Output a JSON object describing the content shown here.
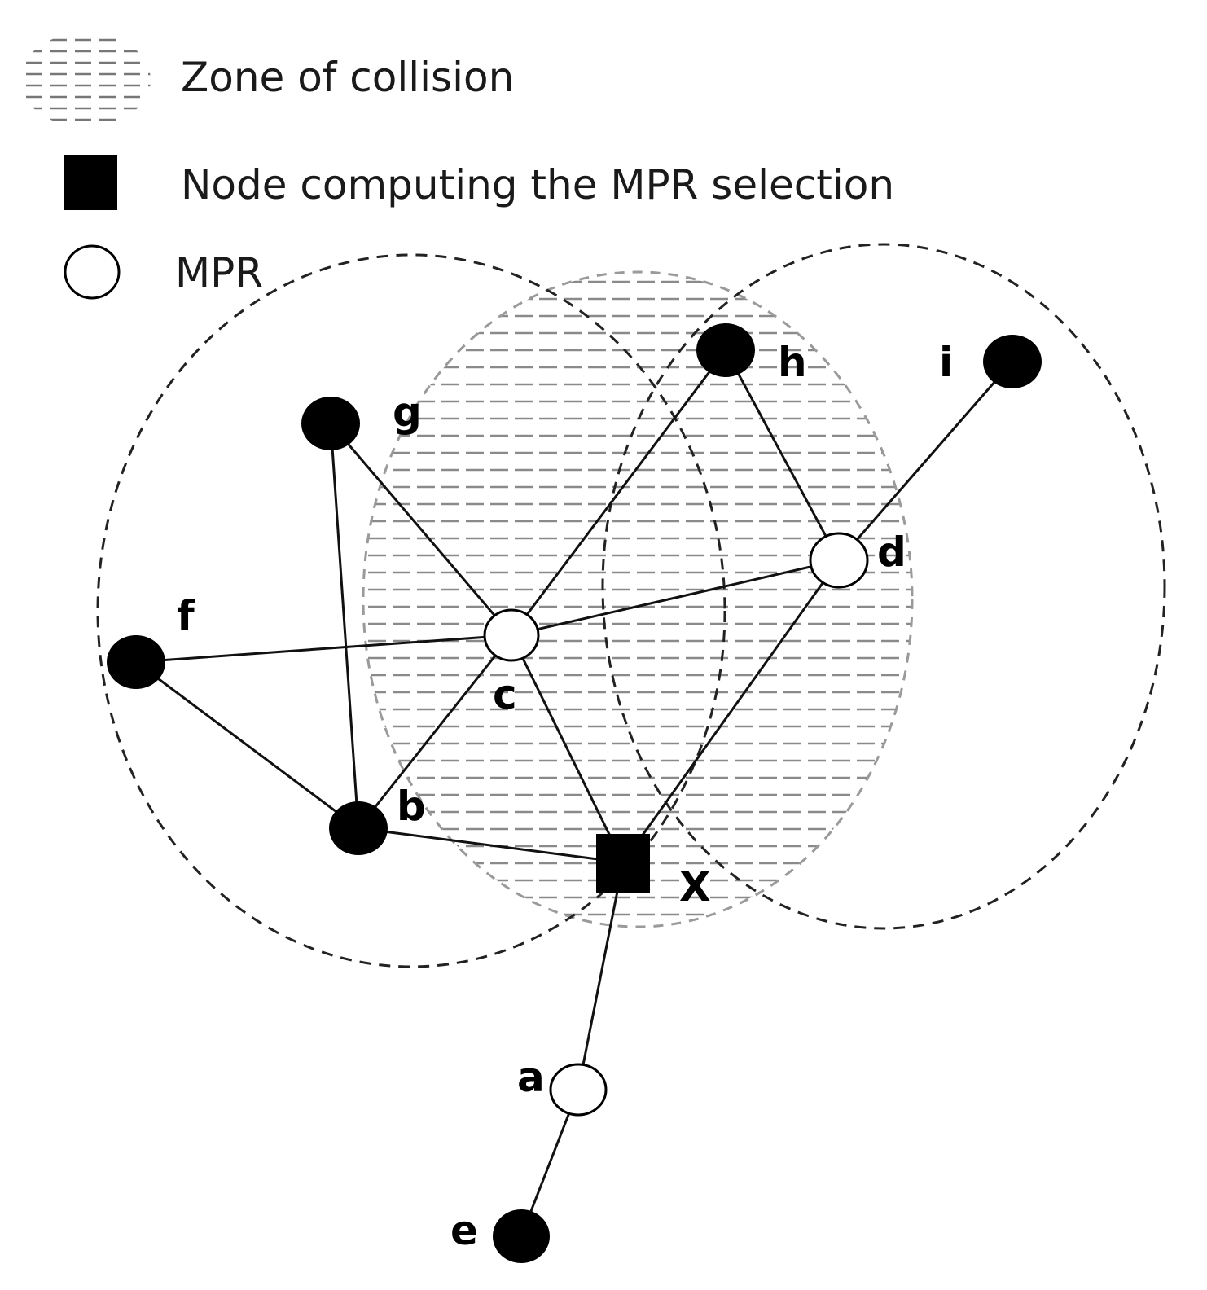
{
  "legend": {
    "zone_label": "Zone of collision",
    "computing_node_label": "Node computing the MPR selection",
    "mpr_label": "MPR"
  },
  "nodes": {
    "a": "a",
    "b": "b",
    "c": "c",
    "d": "d",
    "e": "e",
    "f": "f",
    "g": "g",
    "h": "h",
    "i": "i",
    "x": "X"
  },
  "colors": {
    "node_fill": "#000000",
    "mpr_fill": "#ffffff",
    "hatch": "#8a8a8a"
  }
}
